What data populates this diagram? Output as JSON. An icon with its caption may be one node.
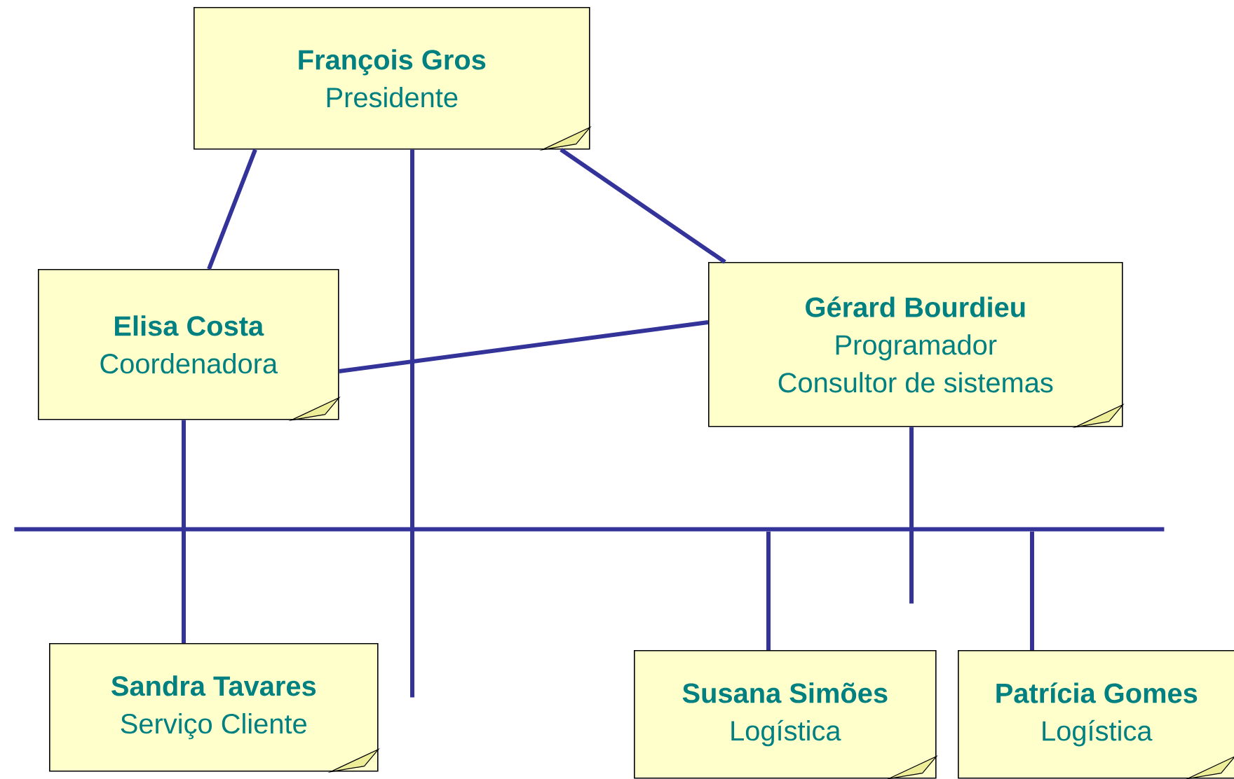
{
  "diagram": {
    "nodes": [
      {
        "text": [
          "François Gros",
          "Presidente"
        ]
      },
      {
        "text": [
          "Elisa Costa",
          "Coordenadora"
        ]
      },
      {
        "text": [
          "Gérard Bourdieu",
          "Programador",
          "Consultor de sistemas"
        ]
      },
      {
        "text": [],
        "shape": "bar"
      },
      {
        "text": [
          "Sandra Tavares",
          "Serviço Cliente"
        ]
      },
      {
        "text": [
          "Susana Simões",
          "Logística"
        ]
      },
      {
        "text": [
          "Patrícia Gomes",
          "Logística"
        ]
      }
    ],
    "edges": [
      {
        "from": 0,
        "to": 1,
        "arrow": "none"
      },
      {
        "from": 0,
        "to": 2,
        "arrow": "none"
      },
      {
        "from": 1,
        "to": 2,
        "arrow": "none"
      },
      {
        "from": 1,
        "to": 4,
        "arrow": "none"
      },
      {
        "from": 0,
        "to": null,
        "arrow": "none"
      },
      {
        "from": 2,
        "to": null,
        "arrow": "none"
      },
      {
        "from": 5,
        "to": 3,
        "arrow": "none"
      },
      {
        "from": 6,
        "to": 3,
        "arrow": "none"
      }
    ]
  }
}
